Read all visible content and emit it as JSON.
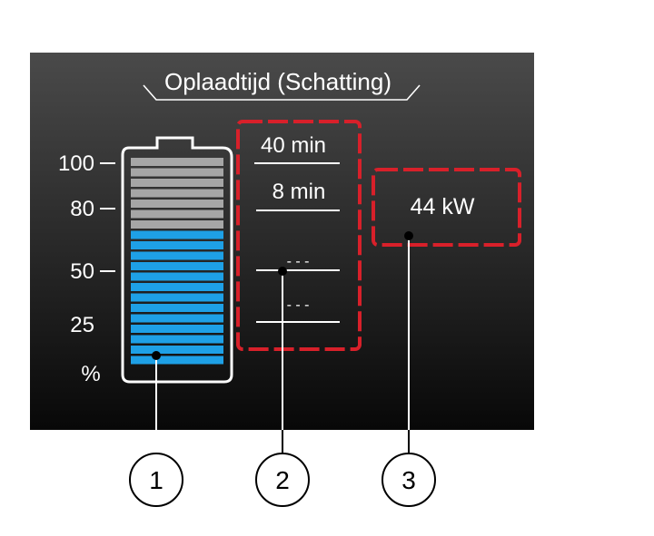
{
  "header": {
    "title": "Oplaadtijd (Schatting)"
  },
  "battery": {
    "scale_labels": [
      "100",
      "80",
      "50",
      "25",
      "%"
    ],
    "charge_percent": 65,
    "colors": {
      "charged": "#1ea0e6",
      "uncharged": "#a6a6a6",
      "outline": "#ffffff"
    }
  },
  "charge_times": {
    "rows": [
      "40 min",
      "8 min",
      "- - -",
      "- - -"
    ]
  },
  "power": {
    "value": "44 kW"
  },
  "callouts": [
    "1",
    "2",
    "3"
  ],
  "colors": {
    "screen_top": "#4a4a4a",
    "screen_bottom": "#0a0a0a",
    "highlight_dash": "#d8202a",
    "text": "#ffffff"
  }
}
